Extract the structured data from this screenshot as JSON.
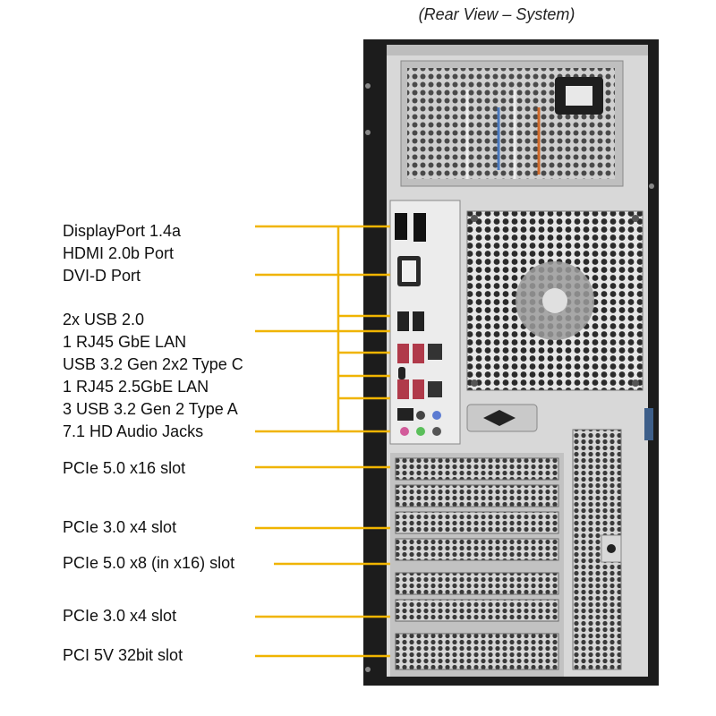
{
  "caption": "(Rear View – System)",
  "labels": {
    "displayport": "DisplayPort 1.4a",
    "hdmi": "HDMI 2.0b Port",
    "dvi": "DVI-D Port",
    "usb20": "2x USB 2.0",
    "rj45_gbe": "1 RJ45 GbE LAN",
    "usb_c": "USB 3.2 Gen 2x2 Type C",
    "rj45_25": "1 RJ45 2.5GbE LAN",
    "usb_a": "3 USB 3.2 Gen 2 Type A",
    "audio": "7.1 HD Audio Jacks",
    "pcie1": "PCIe 5.0 x16 slot",
    "pcie2": "PCIe 3.0 x4 slot",
    "pcie3": "PCIe 5.0 x8 (in x16) slot",
    "pcie4": "PCIe 3.0 x4 slot",
    "pci5": "PCI 5V 32bit slot"
  },
  "colors": {
    "leader": "#f0b400",
    "chassis": "#1c1c1c",
    "panel": "#d8d8d8"
  }
}
